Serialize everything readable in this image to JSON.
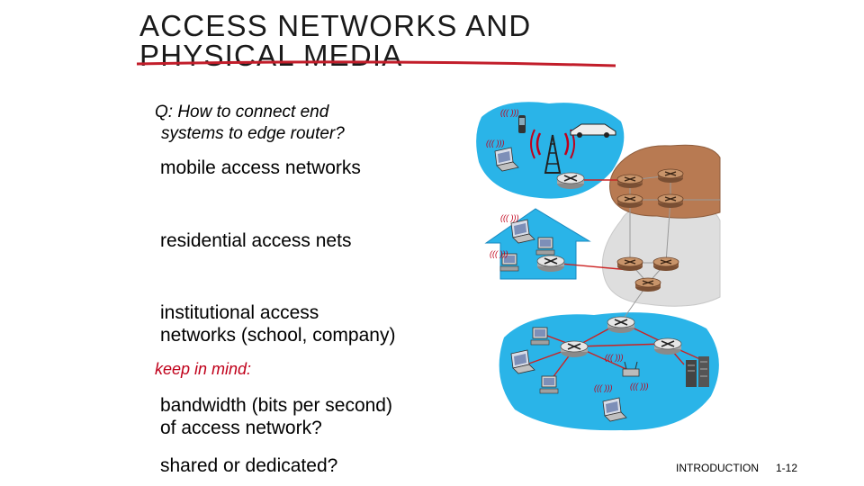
{
  "slide": {
    "title_line1": "ACCESS NETWORKS AND",
    "title_line2": "PHYSICAL MEDIA",
    "question_line1": "Q: How to connect end",
    "question_line2": "systems to edge router?",
    "items": [
      "mobile access networks",
      "residential access nets",
      "institutional access",
      "networks (school, company)"
    ],
    "keep_in_mind": "keep in mind:",
    "considerations": [
      "bandwidth (bits per second)",
      "of access network?",
      "shared or dedicated?"
    ],
    "footer_label": "INTRODUCTION",
    "page_number": "1-12"
  },
  "colors": {
    "accent_red": "#c0001a",
    "title_underline": "#c21d2a",
    "mobile_cloud": "#2ab4e8",
    "isp_cloud": "#b87a52",
    "core_cloud": "#d9d9d9"
  },
  "icons": [
    "router-icon",
    "cell-tower-icon",
    "laptop-icon",
    "phone-icon",
    "car-icon",
    "server-icon",
    "wifi-base-station-icon",
    "house-icon"
  ]
}
